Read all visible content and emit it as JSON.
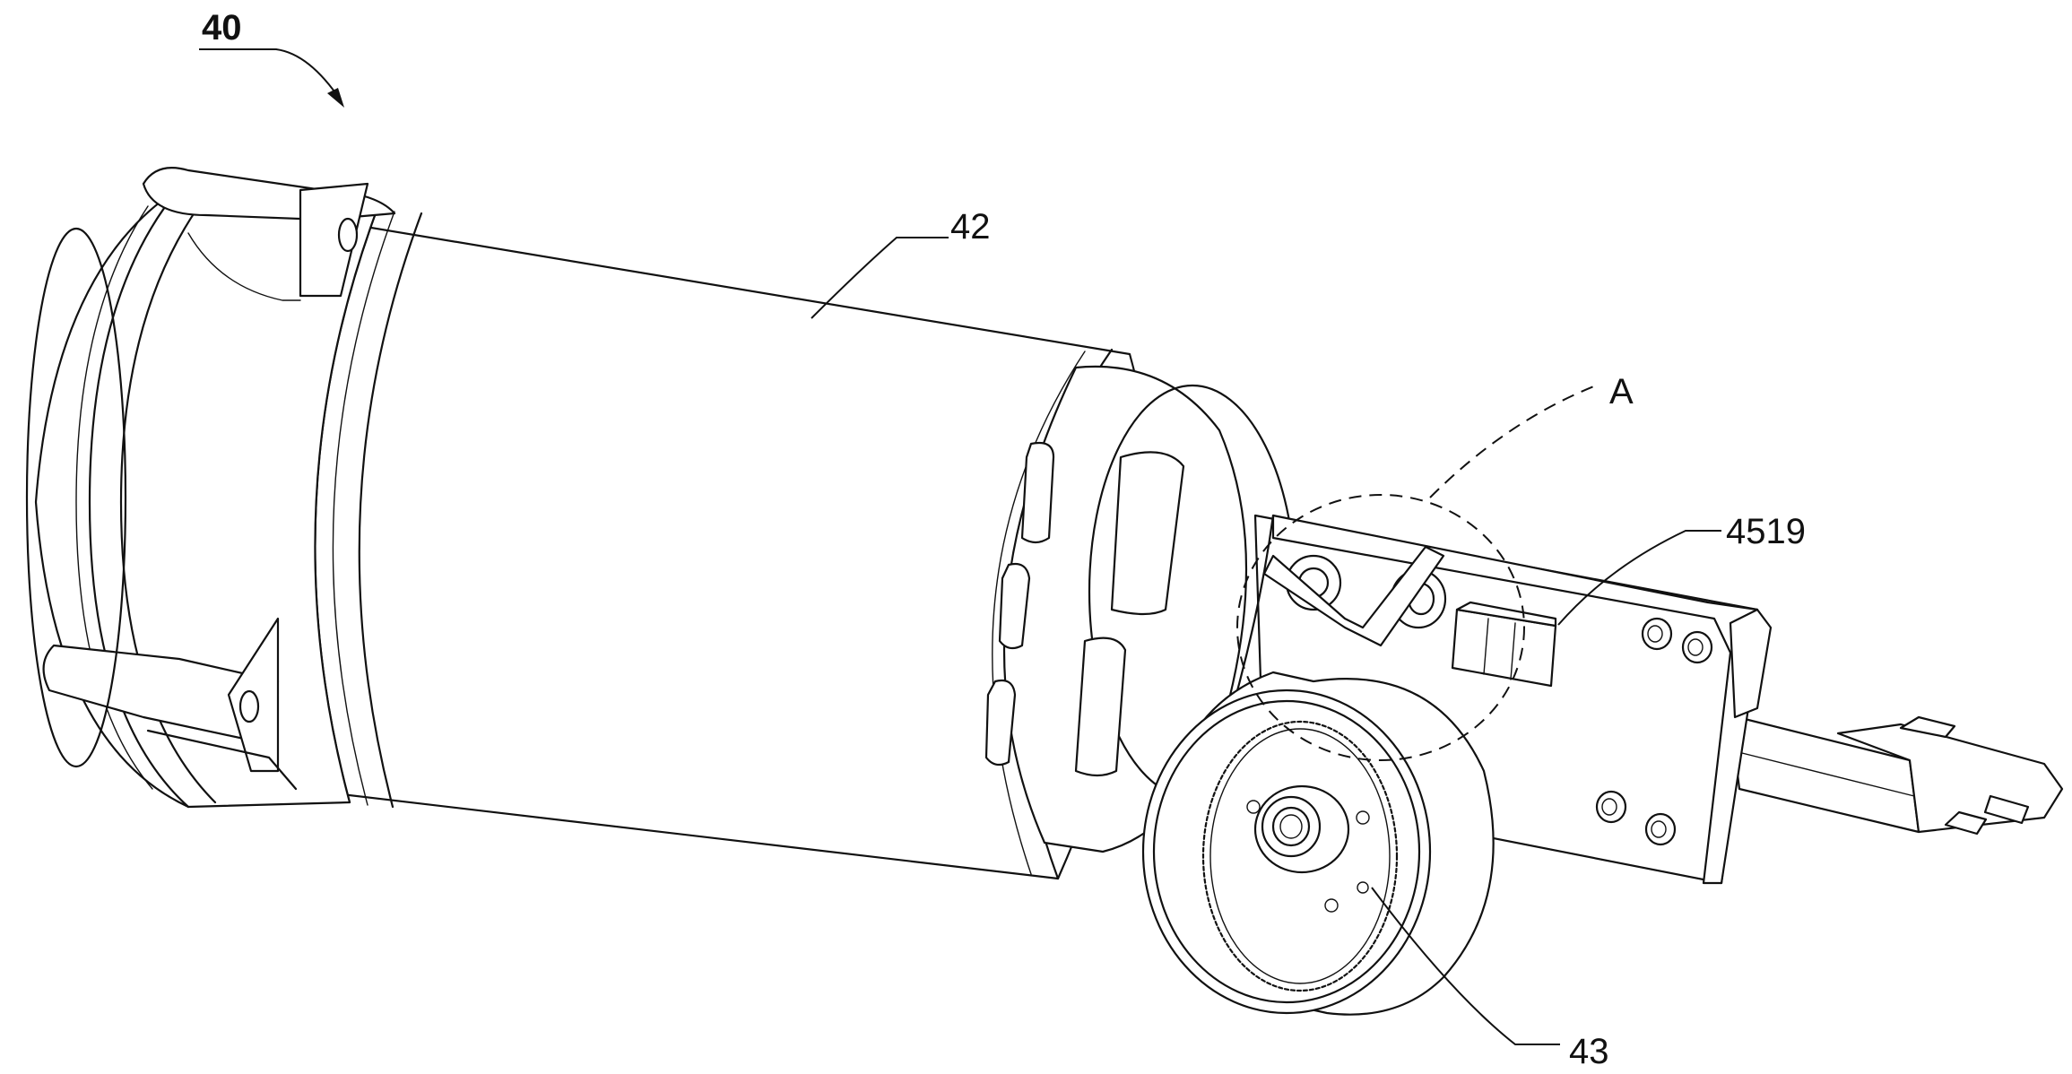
{
  "labels": {
    "assembly": "40",
    "motor": "42",
    "detail": "A",
    "bracket": "4519",
    "gear": "43"
  }
}
